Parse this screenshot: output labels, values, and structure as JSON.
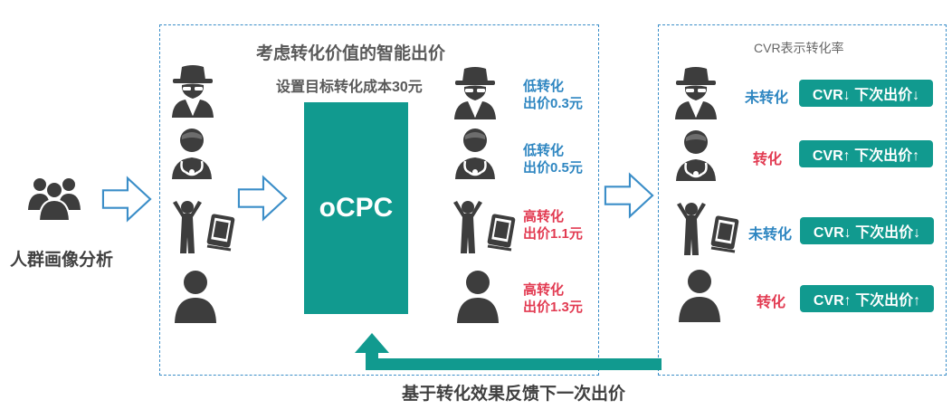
{
  "left": {
    "label": "人群画像分析",
    "icons": [
      "group-icon"
    ]
  },
  "middle": {
    "title": "考虑转化价值的智能出价",
    "target_cost": "设置目标转化成本30元",
    "engine_label": "oCPC",
    "users": [
      {
        "icon": "spy-icon",
        "level": "低转化",
        "bid": "出价0.3元",
        "color": "#2e86c1"
      },
      {
        "icon": "doctor-icon",
        "level": "低转化",
        "bid": "出价0.5元",
        "color": "#2e86c1"
      },
      {
        "icon": "child-reader-icon",
        "level": "高转化",
        "bid": "出价1.1元",
        "color": "#e23b52"
      },
      {
        "icon": "person-icon",
        "level": "高转化",
        "bid": "出价1.3元",
        "color": "#e23b52"
      }
    ]
  },
  "right": {
    "caption": "CVR表示转化率",
    "rows": [
      {
        "icon": "spy-icon",
        "status": "未转化",
        "status_color": "#2e86c1",
        "action": "CVR↓ 下次出价↓"
      },
      {
        "icon": "doctor-icon",
        "status": "转化",
        "status_color": "#e23b52",
        "action": "CVR↑ 下次出价↑"
      },
      {
        "icon": "child-reader-icon",
        "status": "未转化",
        "status_color": "#2e86c1",
        "action": "CVR↓ 下次出价↓"
      },
      {
        "icon": "person-icon",
        "status": "转化",
        "status_color": "#e23b52",
        "action": "CVR↑ 下次出价↑"
      }
    ]
  },
  "feedback": {
    "label": "基于转化效果反馈下一次出价"
  },
  "colors": {
    "teal": "#119a8f",
    "blue": "#2e86c1",
    "red": "#e23b52",
    "icon": "#3d3d3d",
    "border": "#3b8ec8"
  }
}
